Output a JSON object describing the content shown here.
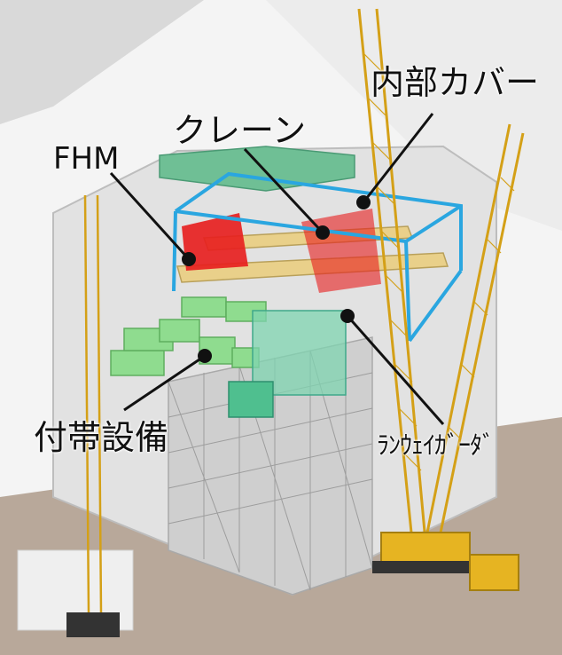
{
  "labels": {
    "inner_cover": "内部カバー",
    "crane": "クレーン",
    "fhm": "FHM",
    "auxiliary_equipment": "付帯設備",
    "runway_girder": "ﾗﾝｳｪｲｶﾞｰﾀﾞ"
  },
  "colors": {
    "cover_outline": "#2aa6e0",
    "crane_red": "#e81d1d",
    "equipment_green": "#8fdc8f",
    "crane_yellow": "#e6b422",
    "marker": "#111111"
  }
}
